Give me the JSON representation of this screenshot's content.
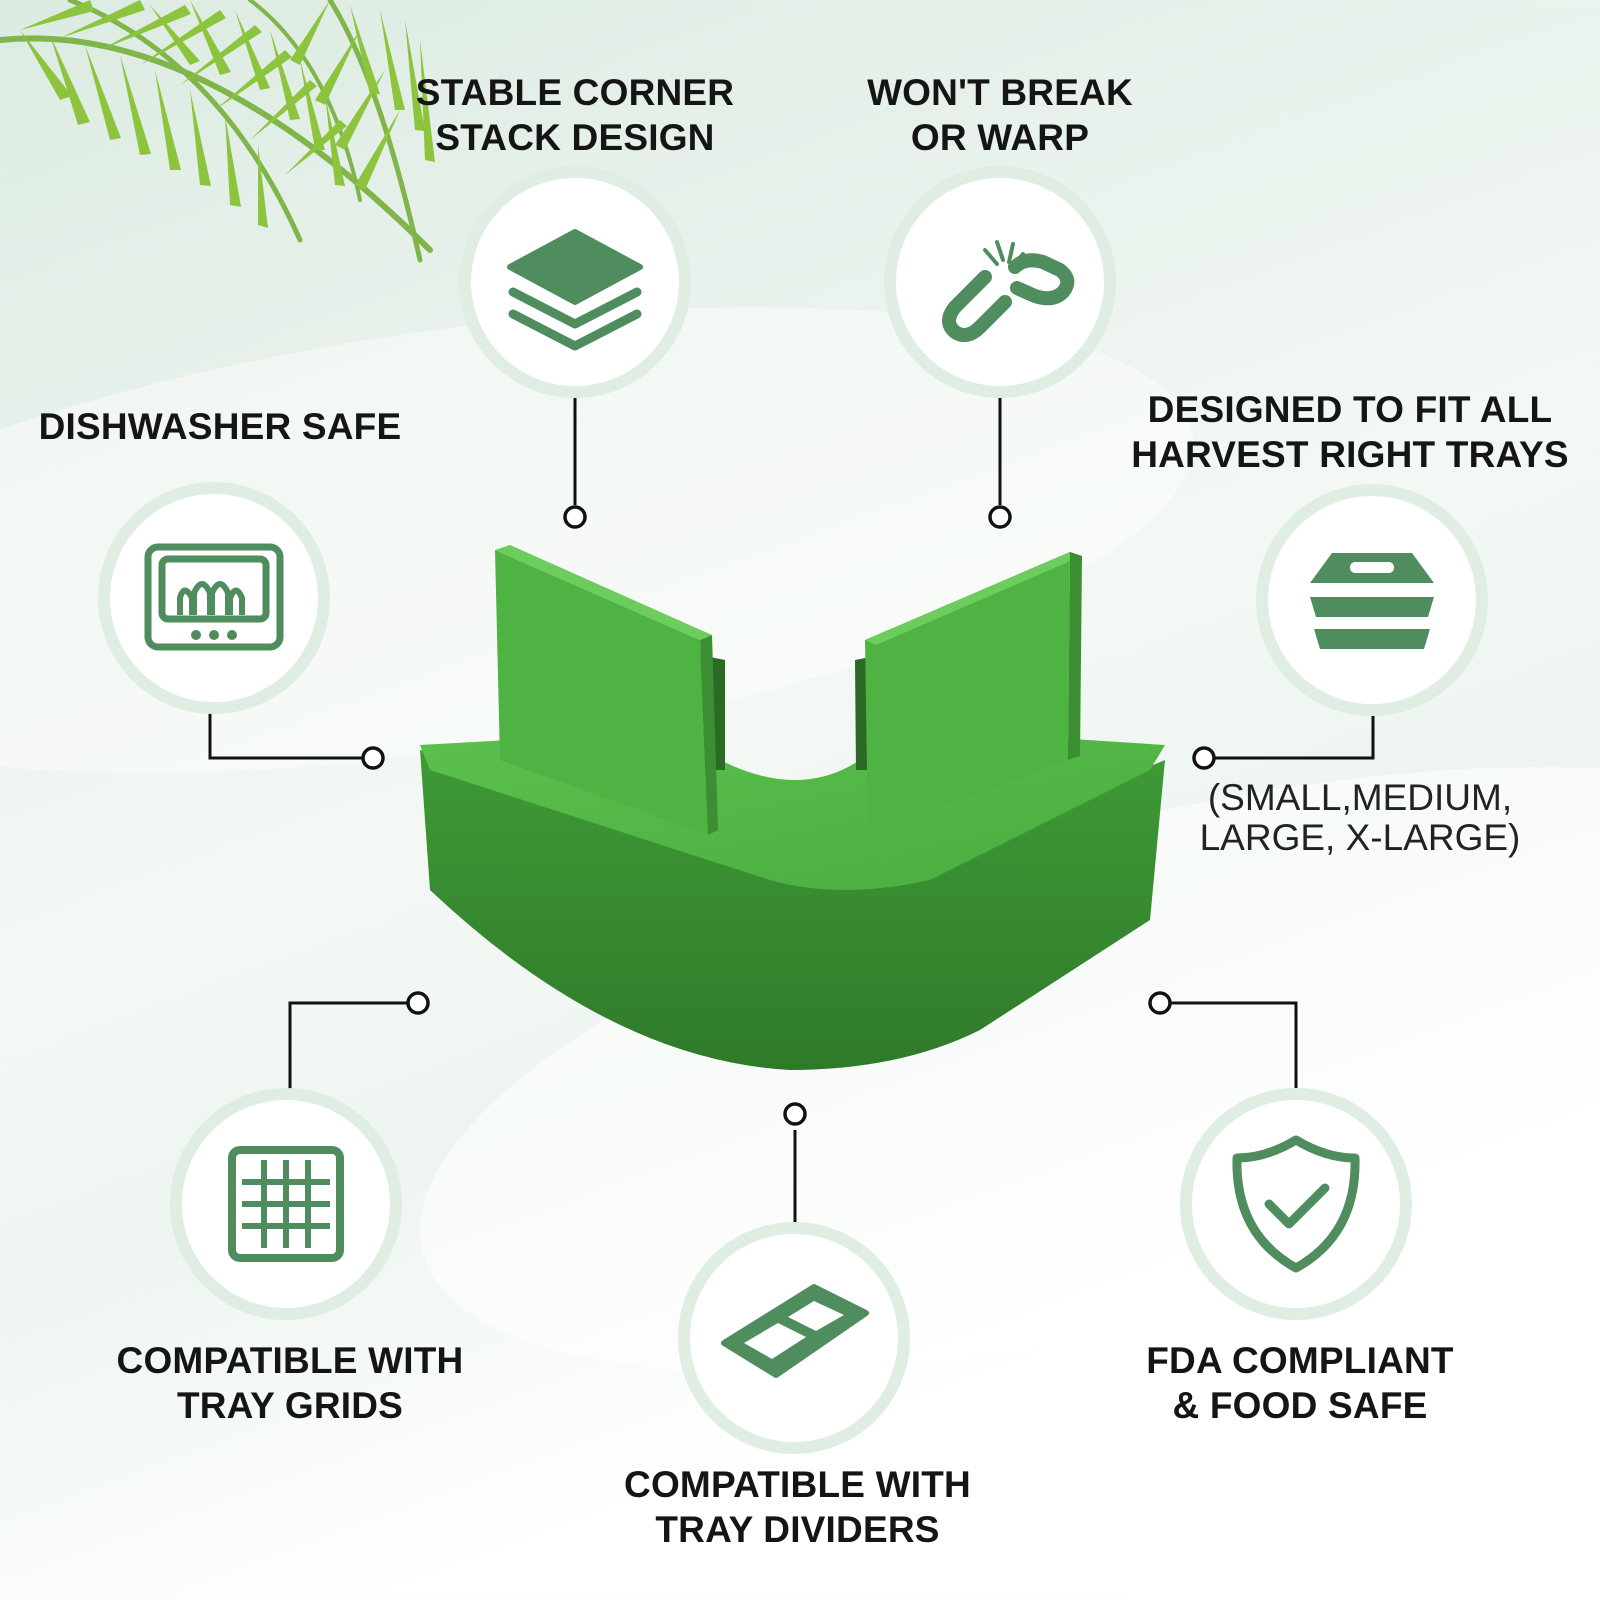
{
  "features": {
    "stable": {
      "line1": "STABLE CORNER",
      "line2": "STACK DESIGN",
      "icon": "stacked-layers-icon"
    },
    "wontbreak": {
      "line1": "WON'T BREAK",
      "line2": "OR WARP",
      "icon": "broken-chain-icon"
    },
    "dishwasher": {
      "line1": "DISHWASHER SAFE",
      "icon": "dishwasher-icon"
    },
    "fit": {
      "line1": "DESIGNED TO FIT ALL",
      "line2": "HARVEST RIGHT TRAYS",
      "sub1": "(SMALL,MEDIUM,",
      "sub2": "LARGE, X-LARGE)",
      "icon": "tray-stack-icon"
    },
    "grids": {
      "line1": "COMPATIBLE WITH",
      "line2": "TRAY GRIDS",
      "icon": "grid-icon"
    },
    "dividers": {
      "line1": "COMPATIBLE WITH",
      "line2": "TRAY DIVIDERS",
      "icon": "tray-divider-icon"
    },
    "fda": {
      "line1": "FDA COMPLIANT",
      "line2": "& FOOD SAFE",
      "icon": "shield-check-icon"
    }
  },
  "colors": {
    "icon_green": "#4f8d5f",
    "product_green": "#46a83c",
    "ring": "#dfede3",
    "text": "#151515"
  }
}
